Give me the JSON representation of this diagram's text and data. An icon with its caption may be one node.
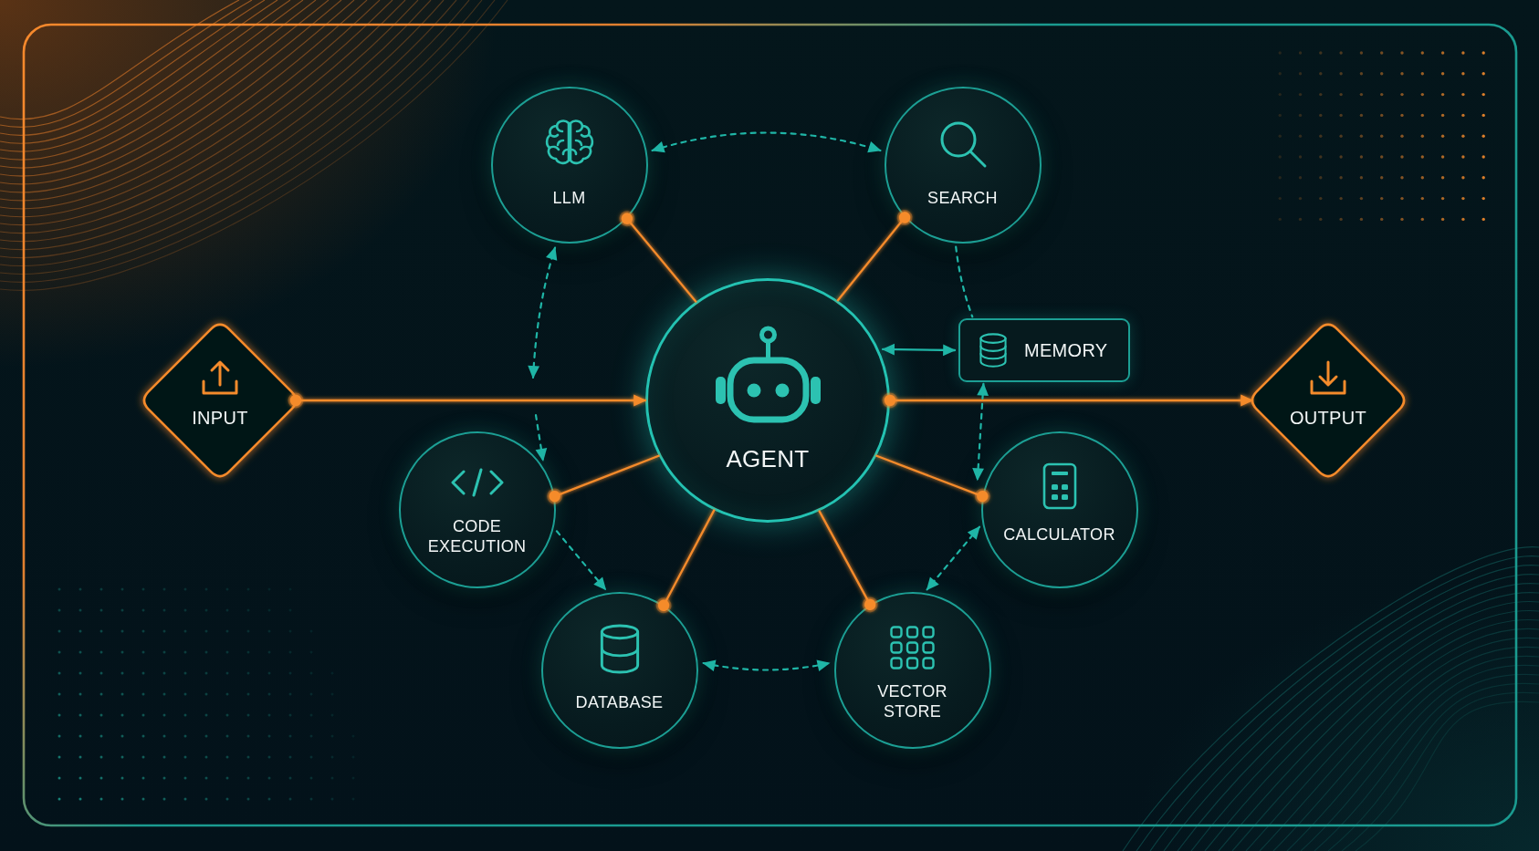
{
  "diagram": {
    "nodes": [
      {
        "text": [
          "LLM"
        ]
      },
      {
        "text": [
          "SEARCH"
        ]
      },
      {
        "text": [
          "INPUT"
        ]
      },
      {
        "text": [
          "AGENT"
        ]
      },
      {
        "text": [
          "MEMORY"
        ]
      },
      {
        "text": [
          "OUTPUT"
        ]
      },
      {
        "text": [
          "CODE EXECUTION"
        ]
      },
      {
        "text": [
          "CALCULATOR"
        ]
      },
      {
        "text": [
          "DATABASE"
        ]
      },
      {
        "text": [
          "VECTOR STORE"
        ]
      }
    ],
    "edges": [
      {
        "from": 2,
        "to": 3,
        "arrow": "to",
        "color": "#f58b2c"
      },
      {
        "from": 3,
        "to": 5,
        "arrow": "to",
        "color": "#f58b2c"
      },
      {
        "from": 3,
        "to": 0,
        "arrow": "other",
        "color": "#f58b2c"
      },
      {
        "from": 3,
        "to": 1,
        "arrow": "other",
        "color": "#f58b2c"
      },
      {
        "from": 3,
        "to": 6,
        "arrow": "other",
        "color": "#f58b2c"
      },
      {
        "from": 3,
        "to": 7,
        "arrow": "other",
        "color": "#f58b2c"
      },
      {
        "from": 3,
        "to": 8,
        "arrow": "other",
        "color": "#f58b2c"
      },
      {
        "from": 3,
        "to": 9,
        "arrow": "other",
        "color": "#f58b2c"
      },
      {
        "from": 3,
        "to": 4,
        "arrow": "both"
      },
      {
        "from": 0,
        "to": 1,
        "arrow": "both",
        "style": "dashed"
      },
      {
        "from": null,
        "to": 0,
        "arrow": "both",
        "style": "dashed"
      },
      {
        "from": null,
        "to": 6,
        "arrow": "to",
        "style": "dashed"
      },
      {
        "from": 6,
        "to": 8,
        "arrow": "to",
        "style": "dashed"
      },
      {
        "from": 8,
        "to": 9,
        "arrow": "both",
        "style": "dashed"
      },
      {
        "from": 7,
        "to": 9,
        "arrow": "both",
        "style": "dashed"
      },
      {
        "from": 4,
        "to": 7,
        "arrow": "both",
        "style": "dashed"
      },
      {
        "from": 1,
        "to": 4,
        "arrow": "none",
        "style": "dashed"
      }
    ]
  }
}
